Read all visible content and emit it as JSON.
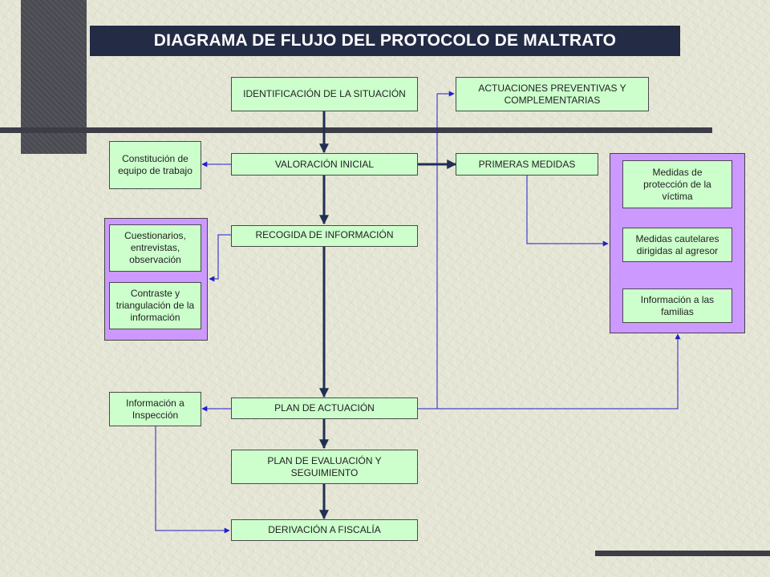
{
  "title": "DIAGRAMA DE FLUJO DEL PROTOCOLO DE MALTRATO",
  "nodes": {
    "identificacion": "IDENTIFICACIÓN  DE LA SITUACIÓN",
    "valoracion": "VALORACIÓN  INICIAL",
    "recogida": "RECOGIDA  DE INFORMACIÓN",
    "plan_actuacion": "PLAN DE ACTUACIÓN",
    "plan_evaluacion": "PLAN DE EVALUACIÓN  Y SEGUIMIENTO",
    "derivacion": "DERIVACIÓN  A FISCALÍA",
    "actuaciones": "ACTUACIONES  PREVENTIVAS Y COMPLEMENTARIAS",
    "primeras_medidas": "PRIMERAS MEDIDAS",
    "constitucion": "Constitución de equipo de trabajo",
    "cuestionarios": "Cuestionarios, entrevistas, observación",
    "contraste": "Contraste y triangulación de la información",
    "info_inspeccion": "Información a Inspección",
    "medidas_proteccion": "Medidas de protección de la víctima",
    "medidas_cautelares": "Medidas cautelares dirigidas al agresor",
    "info_familias": "Información a las familias"
  },
  "colors": {
    "node_fill": "#ccffcc",
    "group_fill": "#cc99ff",
    "title_fill": "#232b45",
    "main_arrow": "#1f3050",
    "side_arrow": "#1f1fcc"
  }
}
